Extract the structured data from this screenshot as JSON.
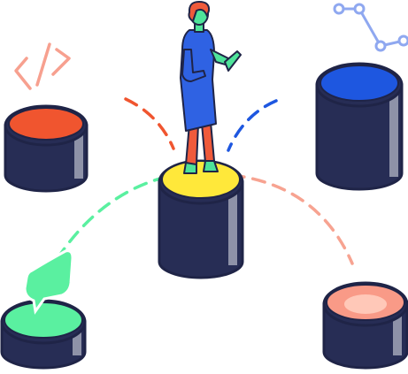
{
  "illustration": {
    "colors": {
      "outline": "#1f2447",
      "cylinder_body": "#272d55",
      "cylinder_side_highlight": "#8e92a8",
      "white": "#ffffff",
      "red": "#f0552f",
      "blue": "#1e57e0",
      "yellow": "#ffe83a",
      "green": "#5af0a0",
      "salmon": "#f99a87",
      "salmon_light": "#ffc8b8",
      "figure_blue": "#2f62e3",
      "figure_skin": "#4ee39a",
      "figure_legs": "#ef5a3b",
      "icon_code": "#f7a08f",
      "icon_graph": "#8fa8f0",
      "dash_green": "#5af0a0",
      "dash_salmon": "#f7a391",
      "dash_red": "#f0552f",
      "dash_blue": "#1e57e0"
    },
    "pillars": [
      {
        "name": "pillar-red-top",
        "top_color": "red"
      },
      {
        "name": "pillar-blue-top",
        "top_color": "blue"
      },
      {
        "name": "pillar-yellow-center",
        "top_color": "yellow"
      },
      {
        "name": "pillar-green-bottom-left",
        "top_color": "green"
      },
      {
        "name": "pillar-salmon-bottom-right",
        "top_color": "salmon"
      }
    ],
    "icons": [
      "code-brackets-icon",
      "node-graph-icon",
      "speech-bubble-icon"
    ]
  }
}
